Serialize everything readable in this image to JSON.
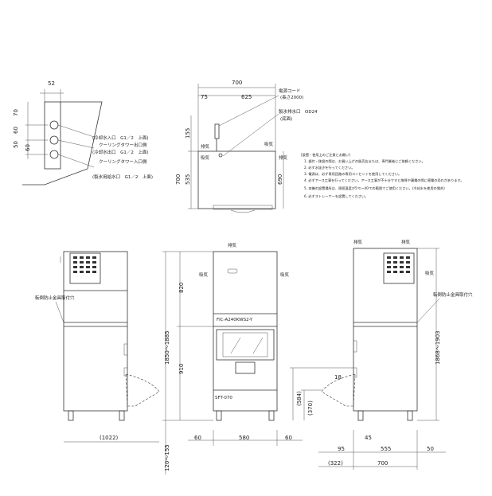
{
  "top_left_view": {
    "dims": {
      "w52": "52",
      "d70": "70",
      "d60": "60",
      "d50": "50",
      "d60b": "60"
    },
    "callouts": [
      "(冷却水入口　G1／2　上面)",
      "クーリングタワー出口側",
      "(冷却水出口　G1／2　上面)",
      "クーリングタワー入口側",
      "(製氷用給水口　G1／2　上面)"
    ]
  },
  "top_center_view": {
    "dims": {
      "w700": "700",
      "w75": "75",
      "w625": "625",
      "h155": "155",
      "h700": "700",
      "h535": "535",
      "h690": "690"
    },
    "labels": {
      "cord": "電源コード",
      "cord_len": "(長さ2000)",
      "drain": "製氷排水口　OD24",
      "drain_pos": "(底面)",
      "exhaust": "排気",
      "intake": "吸気",
      "intake2": "吸気",
      "exhaust_r": "排気"
    }
  },
  "notes": {
    "title": "[設置・使用上のご注意とお願い]",
    "items": [
      "1. 据付・移設の際は、お買い上げの販売店または、専門業者にご依頼ください。",
      "2. 必ず水抜きを行ってください。",
      "3. 電源は、必ず専用回路の専用コンセントを使用してください。",
      "4. 必ずアース工事を行ってください。アース工事が不十分ですと故障や漏電の際に感電の恐れがあります。",
      "5. 本機の設置場所は、周囲温度が5℃～40℃の範囲でご使用ください。(冷却水を使用の場合)",
      "6. 必ずストレーナーを設置してください。"
    ]
  },
  "side_left_view": {
    "labels": {
      "anchor": "転倒防止金具取付穴"
    },
    "dims": {
      "w1022": "(1022)"
    }
  },
  "front_view": {
    "labels": {
      "model": "FIC-A240KWS2-Y",
      "bin": "SFT-070",
      "exhaust": "排気",
      "intake_l": "吸気",
      "intake_r": "吸気"
    },
    "dims": {
      "h820": "820",
      "h910": "910",
      "h1850": "1850～1885",
      "h120": "120～155",
      "w60a": "60",
      "w580": "580",
      "w60b": "60"
    }
  },
  "side_right_view": {
    "labels": {
      "anchor": "転倒防止金具取付穴",
      "exhaust1": "排気",
      "exhaust2": "排気",
      "intake": "吸気"
    },
    "dims": {
      "h1868": "1868～1903",
      "h584": "(584)",
      "h370": "(370)",
      "d18": "18",
      "d45": "45",
      "d95": "95",
      "d555": "555",
      "d50": "50",
      "d700": "700",
      "d322": "(322)"
    }
  }
}
